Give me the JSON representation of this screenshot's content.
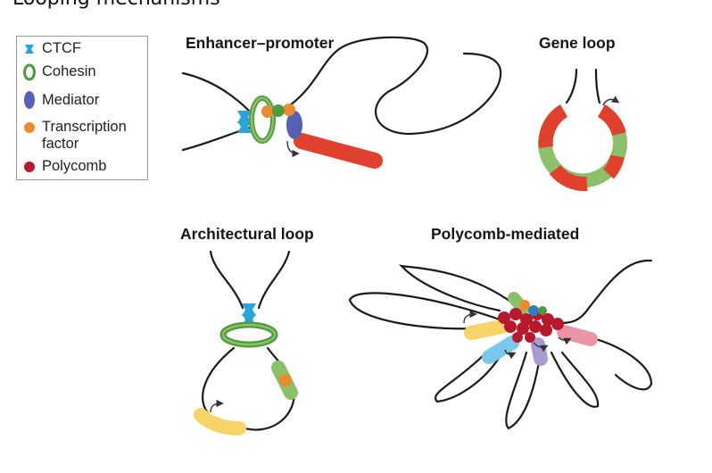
{
  "figure": {
    "cut_title": "Looping mechanisms",
    "legend": [
      {
        "label": "CTCF",
        "icon": "ctcf-icon",
        "color": "#2ba4d9"
      },
      {
        "label": "Cohesin",
        "icon": "cohesin-ring-icon",
        "color": "#4f9a3c"
      },
      {
        "label": "Mediator",
        "icon": "mediator-icon",
        "color": "#5661b5"
      },
      {
        "label": "Transcription\nfactor",
        "icon": "transcription-factor-icon",
        "color": "#ec8a2e"
      },
      {
        "label": "Polycomb",
        "icon": "polycomb-icon",
        "color": "#b5192b"
      }
    ],
    "panels": {
      "enhancer_promoter": {
        "title": "Enhancer–promoter"
      },
      "gene_loop": {
        "title": "Gene loop"
      },
      "architectural_loop": {
        "title": "Architectural loop"
      },
      "polycomb_mediated": {
        "title": "Polycomb-mediated"
      }
    },
    "colors": {
      "gene_red": "#e0412e",
      "gene_green": "#8cc06a",
      "gene_yellow": "#f7d46a",
      "gene_cyan": "#7cc8ec",
      "gene_lavender": "#a79bd0",
      "gene_pink": "#ea95a6"
    }
  }
}
